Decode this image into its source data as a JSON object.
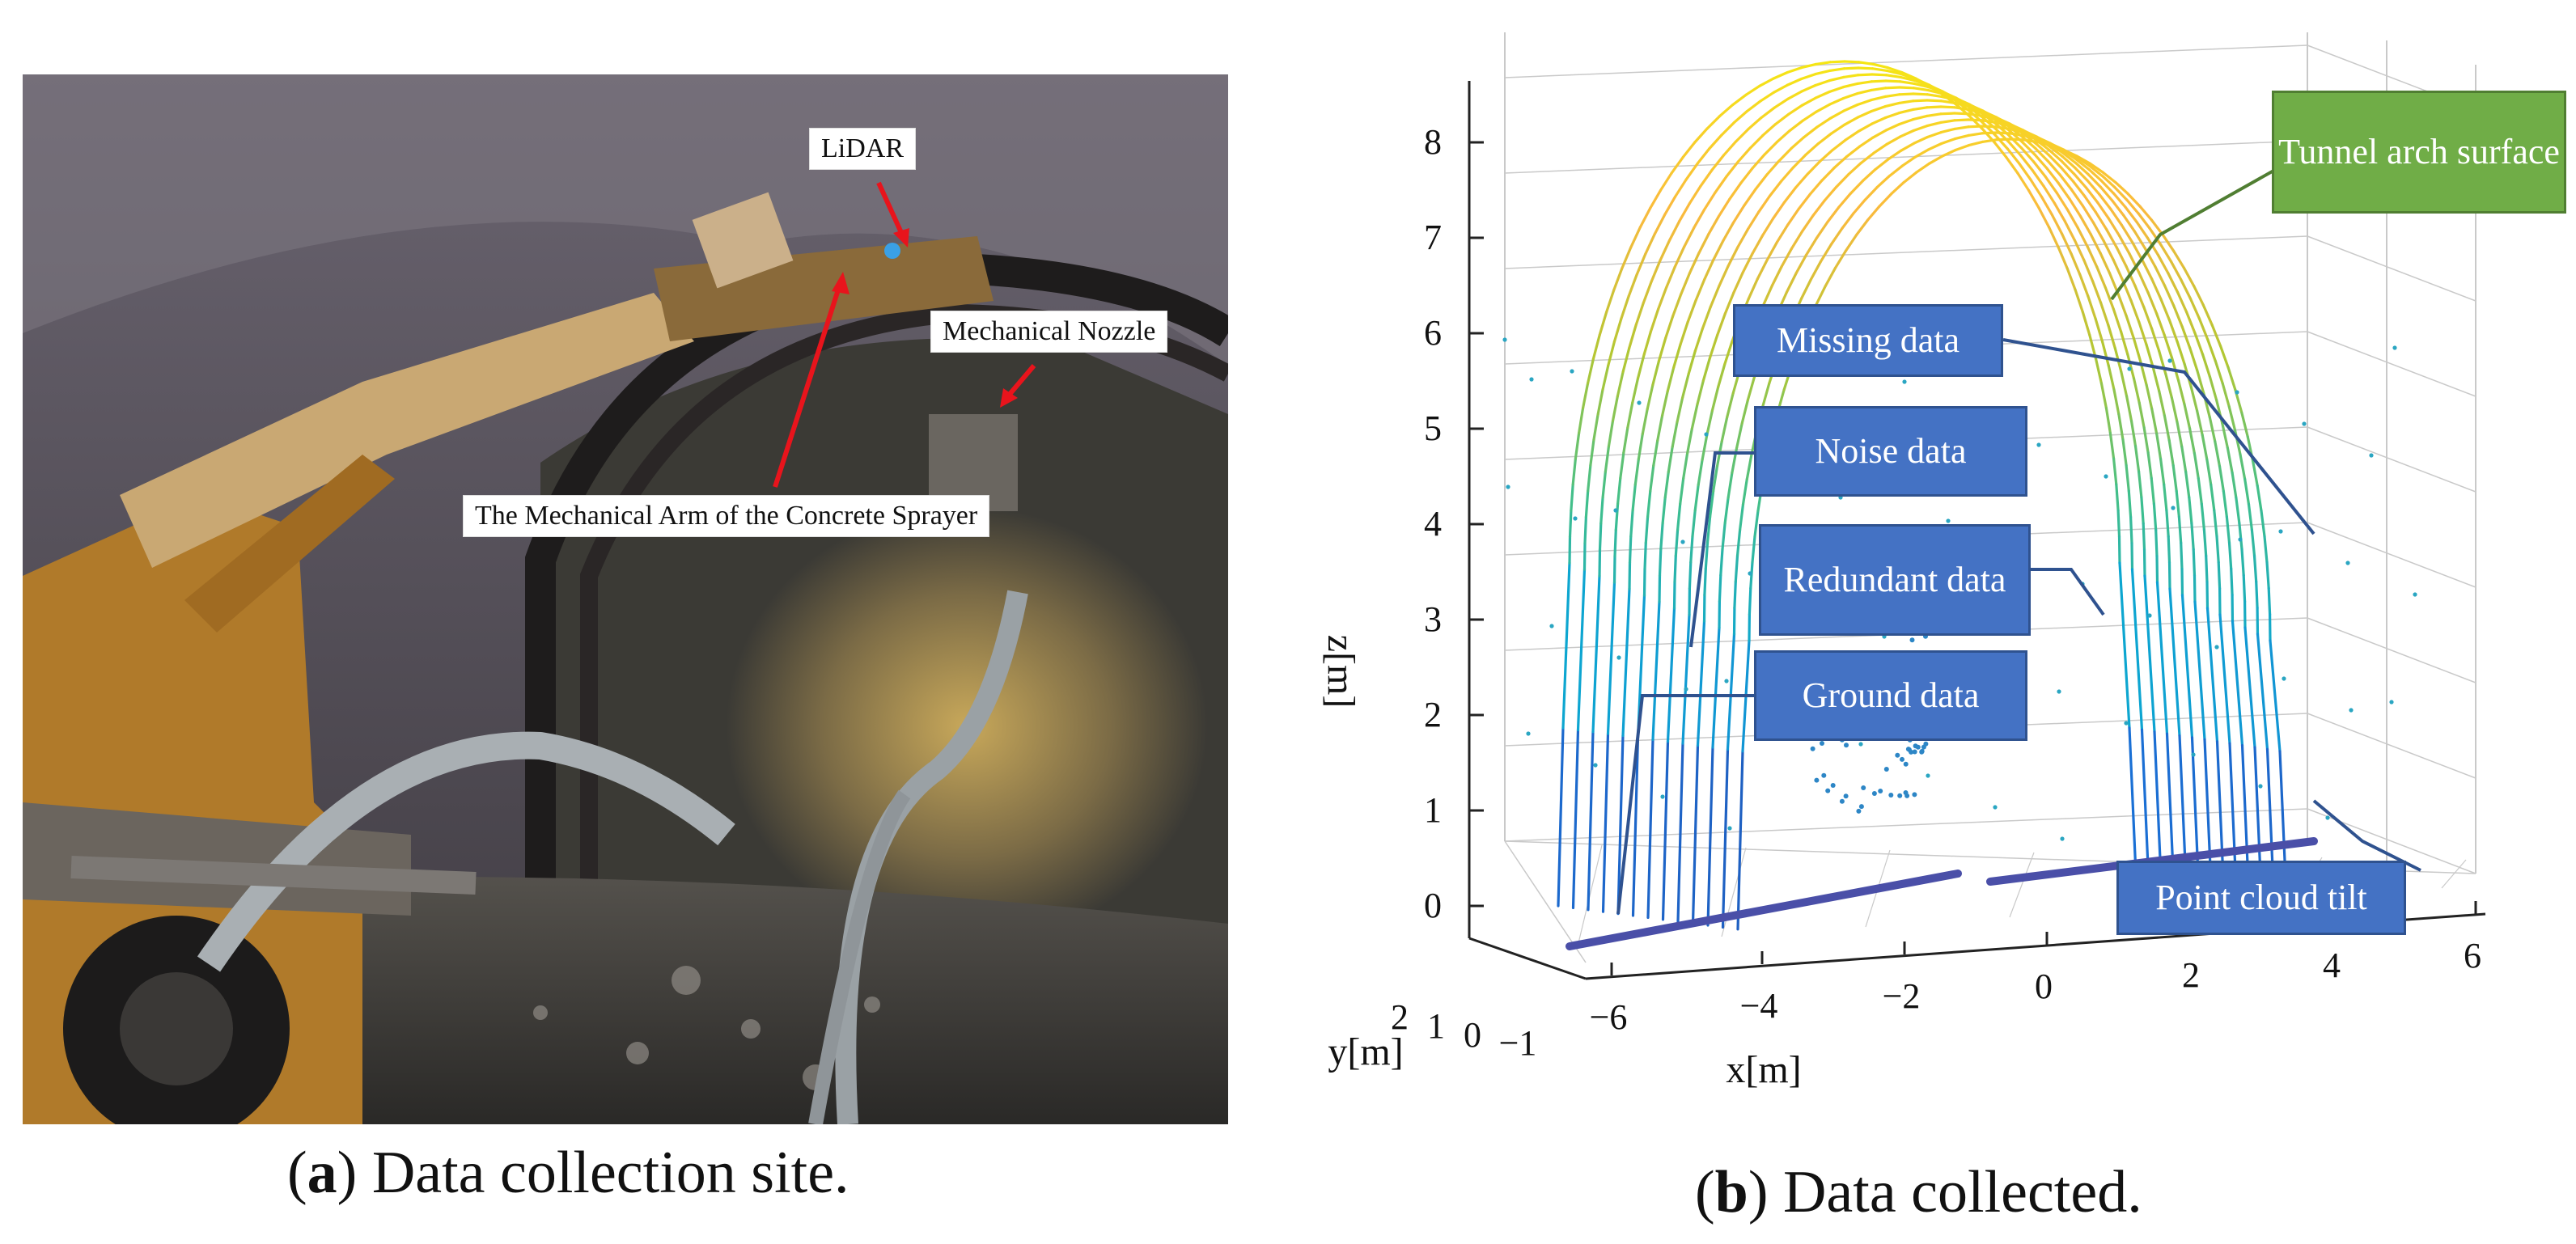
{
  "panel_a": {
    "labels": {
      "lidar": "LiDAR",
      "nozzle": "Mechanical  Nozzle",
      "arm": "The Mechanical Arm of the Concrete Sprayer"
    },
    "caption_letter": "a",
    "caption_text": " Data collection site.",
    "arrow_color": "#e8141c"
  },
  "panel_b": {
    "caption_letter": "b",
    "caption_text": " Data collected.",
    "callouts": {
      "arch": "Tunnel arch surface",
      "missing": "Missing data",
      "noise": "Noise data",
      "redundant": "Redundant data",
      "ground": "Ground data",
      "tilt": "Point cloud tilt"
    },
    "colors": {
      "callout_blue": "#4472c4",
      "callout_green": "#70ad47"
    },
    "chart_data": {
      "type": "scatter",
      "subtype": "3d-point-cloud",
      "title": "",
      "xlabel": "x[m]",
      "ylabel": "y[m]",
      "zlabel": "z[m]",
      "x_ticks": [
        "−6",
        "−4",
        "−2",
        "0",
        "2",
        "4",
        "6"
      ],
      "y_ticks": [
        "2",
        "1",
        "0",
        "−1"
      ],
      "z_ticks": [
        "0",
        "1",
        "2",
        "3",
        "4",
        "5",
        "6",
        "7",
        "8"
      ],
      "xlim": [
        -6,
        6
      ],
      "ylim": [
        -1,
        2
      ],
      "zlim": [
        0,
        8.5
      ],
      "colormap": "parula (z-colored)",
      "grid": true
    }
  }
}
